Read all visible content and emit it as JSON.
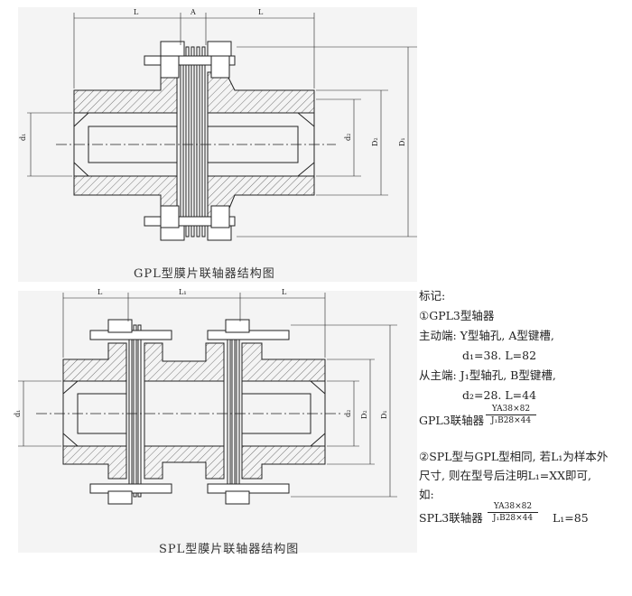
{
  "gpl_diagram": {
    "caption": "GPL型膜片联轴器结构图",
    "dims": {
      "left_len": "L",
      "gap": "A",
      "right_len": "L",
      "bore_left": "d₁",
      "bore_right": "d₂",
      "outer_d2": "D₂",
      "outer_d1": "D₁"
    }
  },
  "spl_diagram": {
    "caption": "SPL型膜片联轴器结构图",
    "dims": {
      "left_len": "L",
      "mid_len": "L₁",
      "right_len": "L",
      "bore_left": "d₁",
      "bore_right": "d₂",
      "outer_d2": "D₂",
      "outer_d1": "D₁"
    }
  },
  "notes": {
    "title": "标记:",
    "item1_title": "①GPL3型轴器",
    "driver_line": "主动端: Y型轴孔, A型键槽,",
    "driver_values": "d₁=38. L=82",
    "driven_line": "从主端: J₁型轴孔, B型键槽,",
    "driven_values": "d₂=28. L=44",
    "gpl3_label": "GPL3联轴器",
    "gpl3_num": "YA38×82",
    "gpl3_den": "J₁B28×44",
    "item2_line1": "②SPL型与GPL型相同, 若L₁为样本外",
    "item2_line2": "尺寸, 则在型号后注明L₁=XX即可,",
    "item2_line3": "如:",
    "spl3_label": "SPL3联轴器",
    "spl3_num": "YA38×82",
    "spl3_den": "J₁B28×44",
    "spl3_l1": "L₁=85"
  }
}
